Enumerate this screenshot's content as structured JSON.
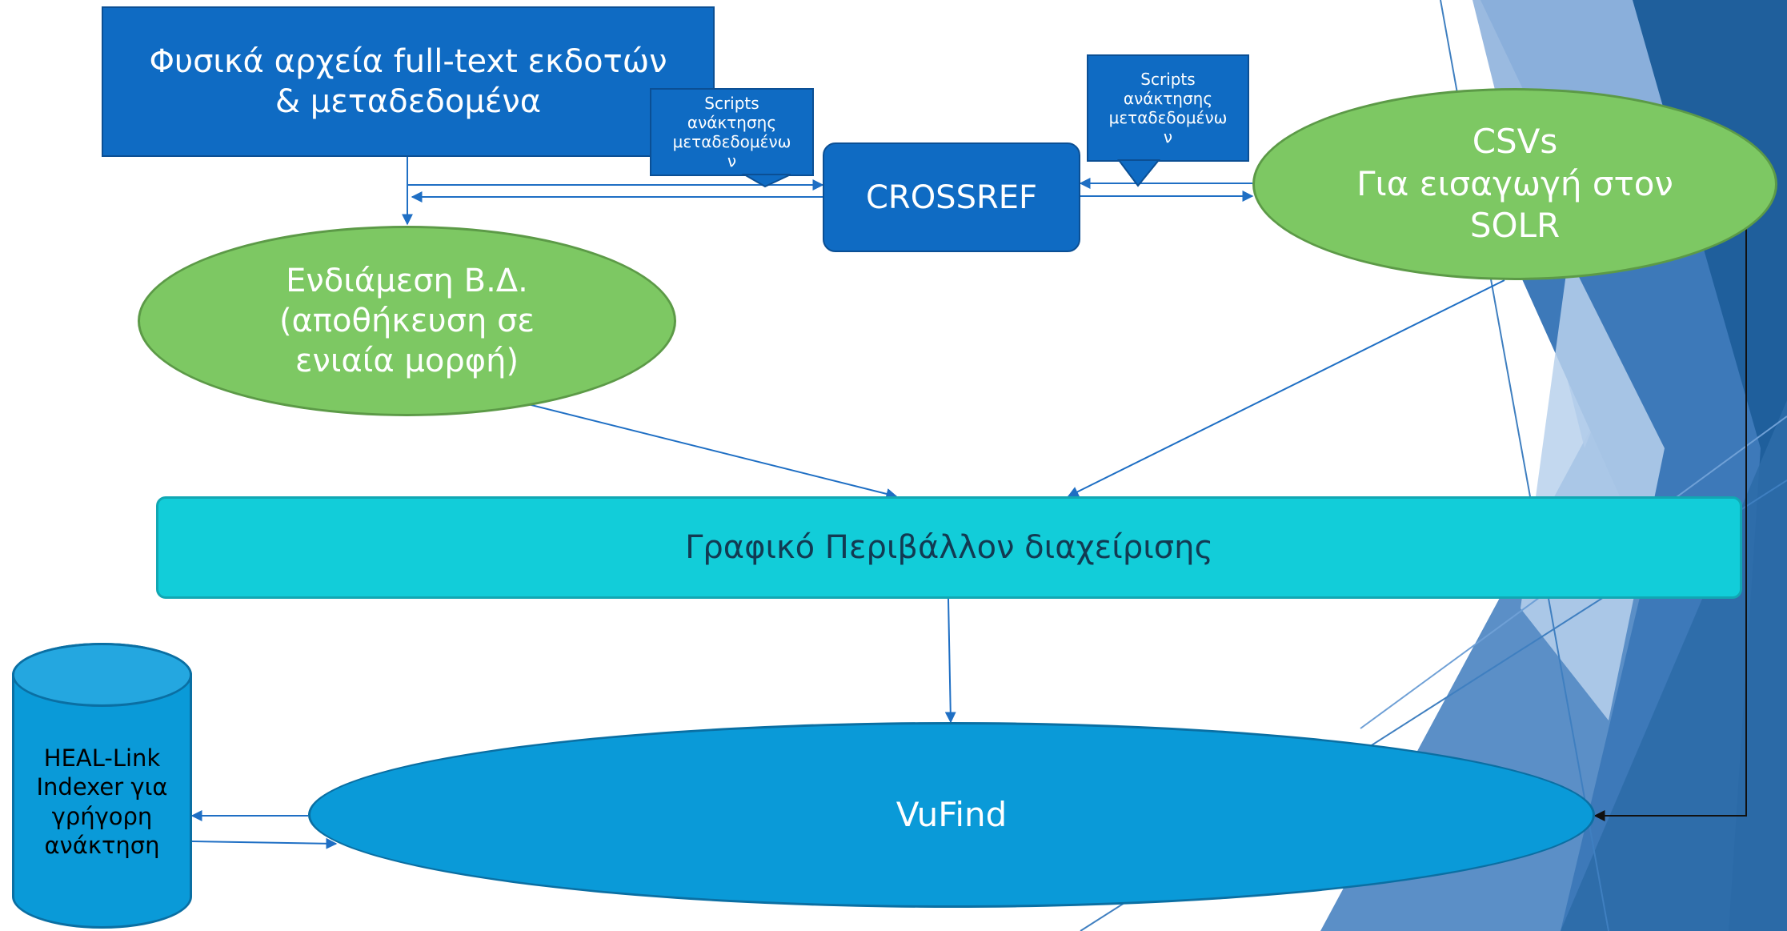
{
  "nodes": {
    "source_files": "Φυσικά αρχεία full-text εκδοτών\n& μεταδεδομένα",
    "scripts_left": "Scripts\nανάκτησης\nμεταδεδομένω\nν",
    "crossref": "CROSSREF",
    "scripts_right": "Scripts\nανάκτησης\nμεταδεδομένω\nν",
    "csvs": "CSVs\nΓια εισαγωγή στον\nSOLR",
    "intermediate_db": "Ενδιάμεση Β.Δ.\n(αποθήκευση σε\nενιαία μορφή)",
    "admin_gui": "Γραφικό Περιβάλλον διαχείρισης",
    "vufind": "VuFind",
    "heal_link": "HEAL-Link\nIndexer για\nγρήγορη\nανάκτηση"
  },
  "colors": {
    "rect_blue": "#0f6bc3",
    "green": "#7dc863",
    "cyan": "#12cdd9",
    "vufind_blue": "#0a9ad8",
    "connector": "#1f6fc4"
  }
}
